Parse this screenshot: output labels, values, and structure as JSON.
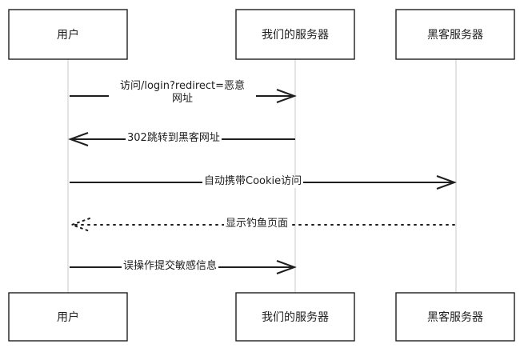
{
  "participants": [
    {
      "id": "user",
      "label": "用户"
    },
    {
      "id": "our_server",
      "label": "我们的服务器"
    },
    {
      "id": "hacker_server",
      "label": "黑客服务器"
    }
  ],
  "messages": [
    {
      "from": "user",
      "to": "our_server",
      "style": "solid",
      "text_line1": "访问/login?redirect=恶意",
      "text_line2": "网址"
    },
    {
      "from": "our_server",
      "to": "user",
      "style": "solid",
      "text_line1": "302跳转到黑客网址"
    },
    {
      "from": "user",
      "to": "hacker_server",
      "style": "solid",
      "text_line1": "自动携带Cookie访问"
    },
    {
      "from": "hacker_server",
      "to": "user",
      "style": "dotted",
      "text_line1": "显示钓鱼页面"
    },
    {
      "from": "user",
      "to": "our_server",
      "style": "solid",
      "text_line1": "误操作提交敏感信息"
    }
  ]
}
